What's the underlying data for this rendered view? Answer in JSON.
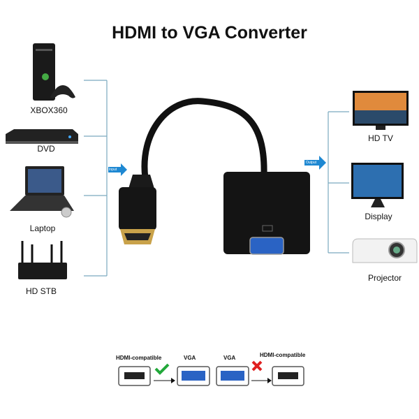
{
  "title": "HDMI to VGA Converter",
  "inputs": [
    {
      "label": "XBOX360",
      "icon": "game-console-icon"
    },
    {
      "label": "DVD",
      "icon": "dvd-player-icon"
    },
    {
      "label": "Laptop",
      "icon": "laptop-icon"
    },
    {
      "label": "HD STB",
      "icon": "router-stb-icon"
    }
  ],
  "outputs": [
    {
      "label": "HD TV",
      "icon": "tv-icon"
    },
    {
      "label": "Display",
      "icon": "monitor-icon"
    },
    {
      "label": "Projector",
      "icon": "projector-icon"
    }
  ],
  "input_arrow": "Input",
  "output_arrow": "Output",
  "compatibility": [
    {
      "from": "HDMI-compatible",
      "to": "VGA",
      "supported": true
    },
    {
      "from": "VGA",
      "to": "HDMI-compatible",
      "supported": false
    }
  ],
  "colors": {
    "arrow": "#1e88d2",
    "bracket": "#7aa9bf",
    "vga_port": "#2a63c4",
    "check": "#22a83a",
    "cross": "#e02020"
  }
}
